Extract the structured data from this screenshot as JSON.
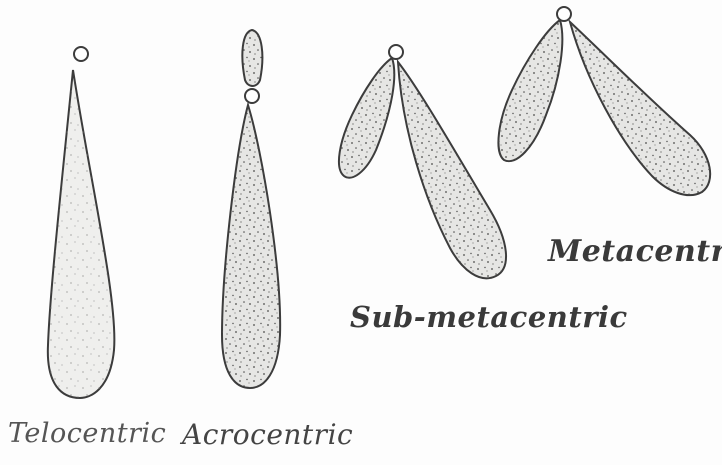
{
  "diagram": {
    "chromosomes": [
      {
        "type": "telocentric",
        "label": "Telocentric"
      },
      {
        "type": "acrocentric",
        "label": "Acrocentric"
      },
      {
        "type": "sub-metacentric",
        "label": "Sub-metacentric"
      },
      {
        "type": "metacentric",
        "label": "Metacentric"
      }
    ]
  },
  "colors": {
    "outline": "#3c3c3c",
    "fill": "#ececea",
    "stipple": "#4a4a4a",
    "label": "#3a3a3a"
  }
}
